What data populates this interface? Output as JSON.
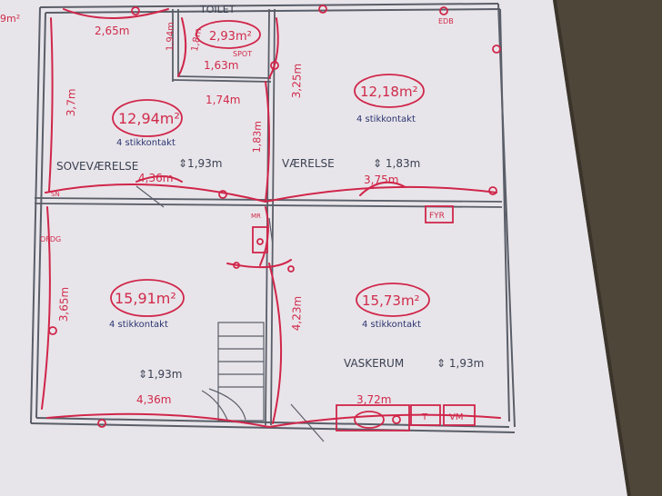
{
  "rooms": [
    {
      "name": "TOILET",
      "area": "2,93m²",
      "dim_a": "1,8m",
      "dim_b": "1,63m",
      "dim_c": "1,94m",
      "sub": "SPOT"
    },
    {
      "name": "SOVEVÆRELSE",
      "area": "12,94m²",
      "outlets": "4 stikkontakt",
      "height": "⇕1,93m",
      "dim_top": "2,65m",
      "dim_side": "3,7m",
      "dim_bottom": "4,36m"
    },
    {
      "name": "VÆRELSE",
      "area": "12,18m²",
      "outlets": "4 stikkontakt",
      "height": "⇕ 1,83m",
      "dim_side": "3,25m",
      "dim_bottom": "3,75m"
    },
    {
      "name": "",
      "area": "15,91m²",
      "outlets": "4 stikkontakt",
      "height": "⇕1,93m",
      "dim_side": "3,65m",
      "dim_bottom": "4,36m"
    },
    {
      "name": "VASKERUM",
      "area": "15,73m²",
      "outlets": "4 stikkontakt",
      "height": "⇕ 1,93m",
      "dim_side": "4,23m",
      "dim_bottom": "3,72m"
    }
  ],
  "hall": {
    "dim_a": "1,74m",
    "dim_b": "1,83m"
  },
  "labels": {
    "edge_left": "9m²",
    "edb": "EDB",
    "spot": "SPOT",
    "fyr": "FYR",
    "t": "T",
    "vm": "VM",
    "mr": "MR",
    "sn": "SN",
    "ofdg": "OFDG"
  },
  "colors": {
    "paper": "#e9e6ea",
    "pencil": "#4a4f5e",
    "ink_red": "#d0264a",
    "ink_blue": "#2b3470",
    "floor": "#4f463a"
  }
}
